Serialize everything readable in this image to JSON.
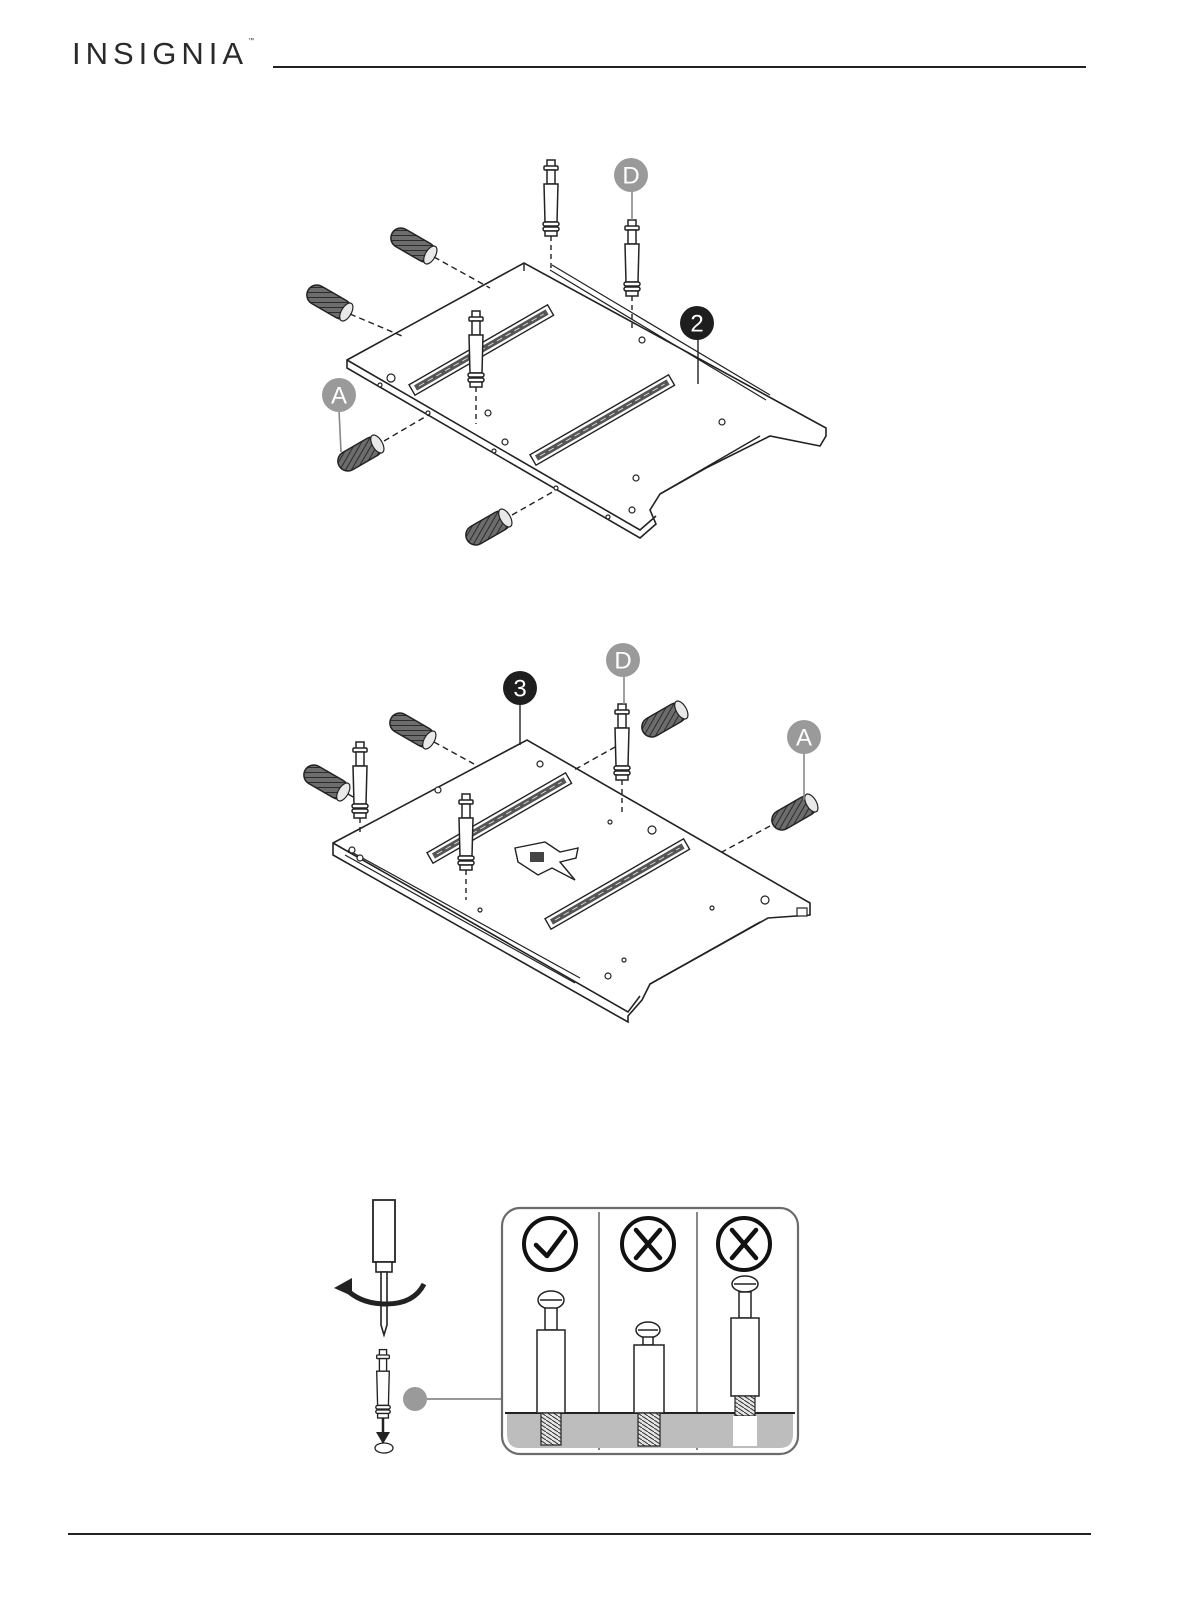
{
  "header": {
    "brand": "INSIGNIA",
    "trademark": "™"
  },
  "figure_1": {
    "labels": {
      "dowel": "A",
      "cam_post": "D",
      "panel": "2"
    }
  },
  "figure_2": {
    "labels": {
      "dowel": "A",
      "cam_post": "D",
      "panel": "3"
    }
  },
  "figure_3": {
    "panel_results": [
      "correct",
      "incorrect",
      "incorrect"
    ]
  },
  "colors": {
    "callout_gray": "#9a9a9a",
    "callout_black": "#1e1e1e",
    "ground": "#bdbdbd"
  },
  "icons": [
    "check-circle-icon",
    "x-circle-icon",
    "screwdriver-icon",
    "rotate-arrow-icon"
  ]
}
